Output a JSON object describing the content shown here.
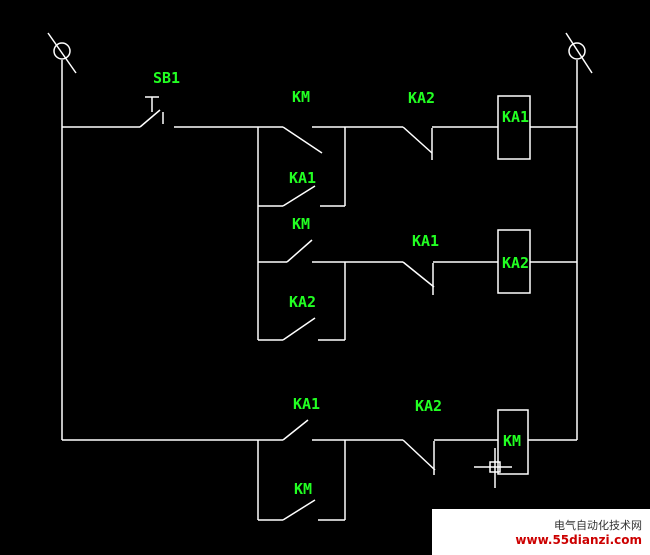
{
  "labels": {
    "sb1": "SB1",
    "km_r1": "KM",
    "ka1_r1": "KA1",
    "ka2_r1": "KA2",
    "coil_ka1": "KA1",
    "km_r2": "KM",
    "ka2_r2": "KA2",
    "ka1_r2": "KA1",
    "coil_ka2": "KA2",
    "ka1_r3": "KA1",
    "km_r3": "KM",
    "ka2_r3": "KA2",
    "coil_km": "KM"
  },
  "watermark": {
    "line1": "电气自动化技术网",
    "line2": "www.55dianzi.com"
  }
}
